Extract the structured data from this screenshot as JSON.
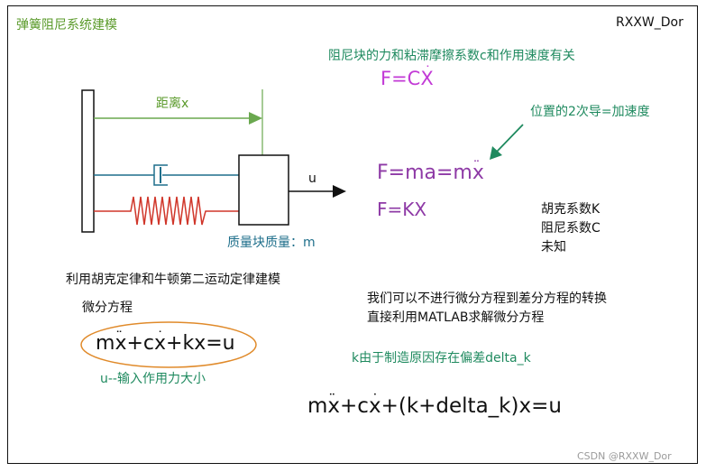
{
  "title": "弹簧阻尼系统建模",
  "author": "RXXW_Dor",
  "diagram": {
    "distance_label": "距离x",
    "force_label": "u",
    "mass_label": "质量块质量：m"
  },
  "notes": {
    "damper_relation": "阻尼块的力和粘滞摩擦系数c和作用速度有关",
    "damper_formula": "F=CẊ",
    "accel_note": "位置的2次导=加速度",
    "newton_formula": "F=mẌ",
    "newton_prefix": "F=ma=m",
    "newton_var": "x",
    "spring_formula": "F=KX",
    "spring_coeff": "胡克系数K",
    "damping_coeff": "阻尼系数C",
    "unknown": "未知",
    "modeling": "利用胡克定律和牛顿第二运动定律建模",
    "diff_eq_label": "微分方程",
    "input_note": "u--输入作用力大小",
    "matlab_line1": "我们可以不进行微分方程到差分方程的转换",
    "matlab_line2": "直接利用MATLAB求解微分方程",
    "delta_note": "k由于制造原因存在偏差delta_k"
  },
  "equations": {
    "eq1": {
      "m": "m",
      "x1": "x",
      "plus1": "+c",
      "x2": "x",
      "rest": "+kx=u"
    },
    "eq2": {
      "m": "m",
      "x1": "x",
      "plus1": "+c",
      "x2": "x",
      "rest": "+(k+delta_k)x=u"
    },
    "dot_single": "˙",
    "dot_double": "¨"
  },
  "watermark": "CSDN @RXXW_Dor",
  "colors": {
    "title_green": "#5a9a2a",
    "arrow_green": "#6aa84f",
    "note_green": "#1f8a5f",
    "purple": "#c23ad6",
    "dark_purple": "#8e3aa6",
    "damper_teal": "#1f6f8b",
    "spring_red": "#d0362a",
    "ellipse_orange": "#e08a2a"
  }
}
